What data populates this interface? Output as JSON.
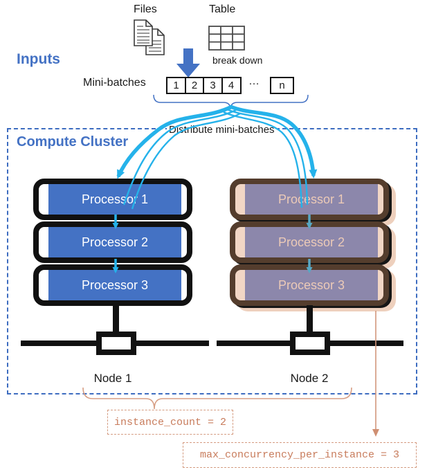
{
  "inputs": {
    "section_label": "Inputs",
    "files_label": "Files",
    "table_label": "Table",
    "break_down_label": "break down",
    "mini_batches_label": "Mini-batches",
    "batch_cells": [
      "1",
      "2",
      "3",
      "4"
    ],
    "ellipsis": "…",
    "last_batch": "n"
  },
  "cluster": {
    "title": "Compute Cluster",
    "distribute_label": "Distribute mini-batches",
    "nodes": [
      {
        "label": "Node 1",
        "processors": [
          "Processor 1",
          "Processor 2",
          "Processor 3"
        ]
      },
      {
        "label": "Node 2",
        "processors": [
          "Processor 1",
          "Processor 2",
          "Processor 3"
        ]
      }
    ]
  },
  "annotations": {
    "instance_count": "instance_count = 2",
    "max_concurrency": "max_concurrency_per_instance = 3"
  },
  "colors": {
    "accent_blue": "#4472c4",
    "cyan_arrow": "#25b2ea",
    "node2_teal_arrow": "#57a8c4",
    "node_border": "#111111",
    "node2_border": "#543d2d",
    "node2_fill": "#f1d6c5",
    "node2_processor": "#8c87ab",
    "annotation_tan": "#c87c5c"
  }
}
